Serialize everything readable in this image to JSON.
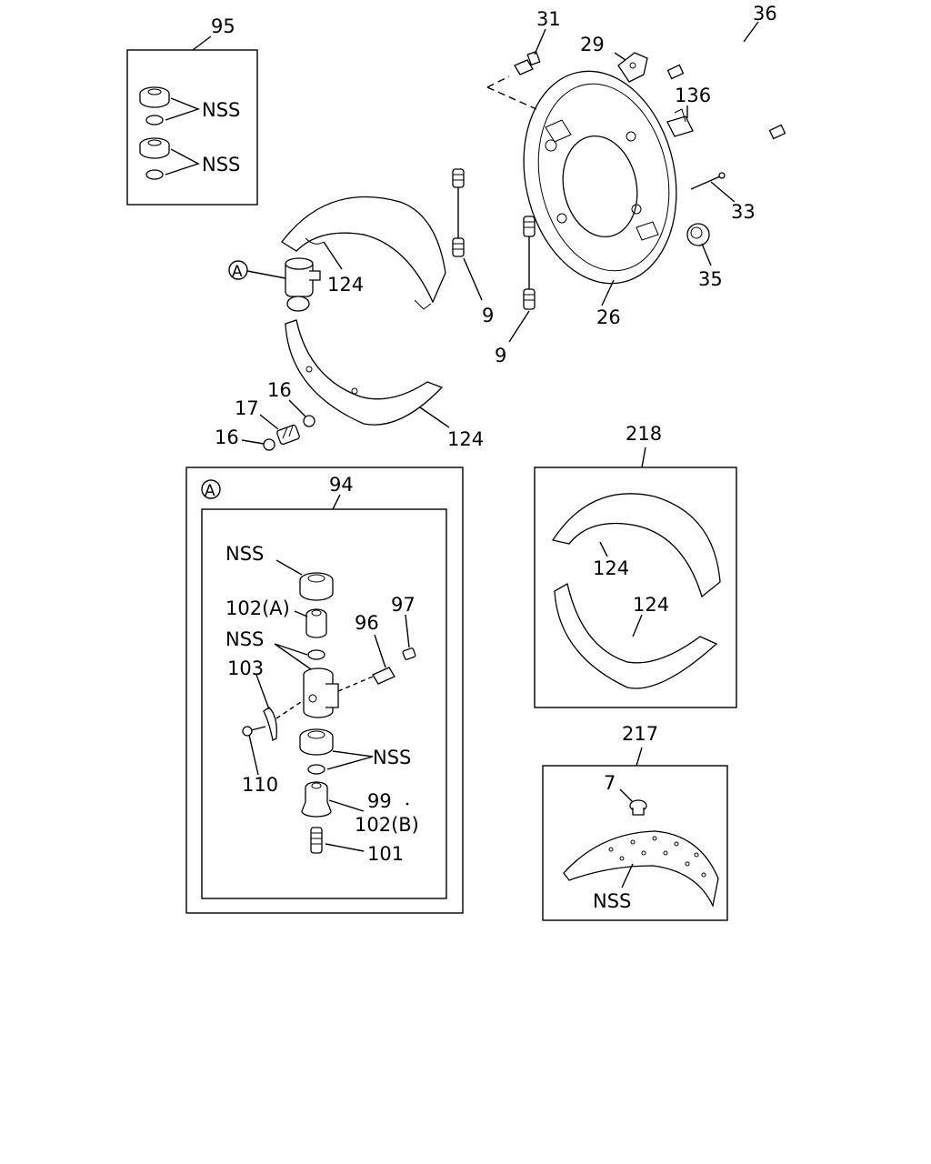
{
  "labels": {
    "l95": "95",
    "l31": "31",
    "l29": "29",
    "l36": "36",
    "l136": "136",
    "l33": "33",
    "l35": "35",
    "l26": "26",
    "l9a": "9",
    "l9b": "9",
    "l124a": "124",
    "l124b": "124",
    "l16a": "16",
    "l16b": "16",
    "l17": "17",
    "refA_top": "A",
    "l218": "218",
    "l124c": "124",
    "l124d": "124",
    "l217": "217",
    "l7": "7",
    "nss_217": "NSS",
    "nss95a": "NSS",
    "nss95b": "NSS",
    "refA_box": "A",
    "l94": "94",
    "nss94a": "NSS",
    "l102a": "102(A)",
    "nss94b": "NSS",
    "l96": "96",
    "l97": "97",
    "l103": "103",
    "l110": "110",
    "nss94c": "NSS",
    "l99": "99",
    "l102b": "102(B)",
    "l101": "101"
  }
}
